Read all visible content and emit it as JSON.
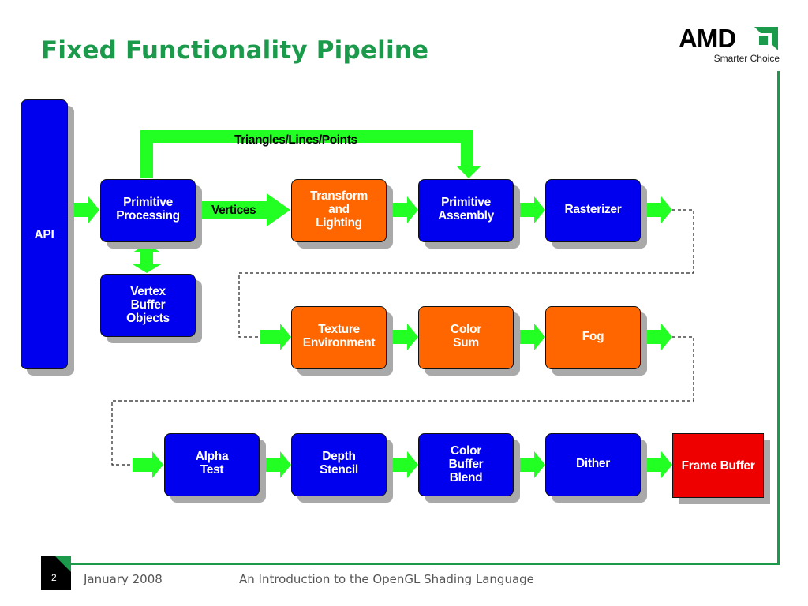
{
  "slide": {
    "title": "Fixed Functionality Pipeline",
    "logo": {
      "brand": "AMD",
      "tagline": "Smarter Choice",
      "mark": "amd-arrow-icon"
    },
    "footer": {
      "page_number": "2",
      "date": "January 2008",
      "presentation_title": "An Introduction to the OpenGL Shading Language"
    },
    "colors": {
      "accent_green": "#1a9a4a",
      "arrow_green": "#22ff22",
      "programmable_stage": "#ff6600",
      "fixed_stage": "#0000ee",
      "output_stage": "#ee0000"
    }
  },
  "diagram": {
    "nodes": {
      "api": "API",
      "primitive_processing": "Primitive\nProcessing",
      "vertex_buffer_objects": "Vertex\nBuffer\nObjects",
      "transform_lighting": "Transform\nand\nLighting",
      "primitive_assembly": "Primitive\nAssembly",
      "rasterizer": "Rasterizer",
      "texture_environment": "Texture\nEnvironment",
      "color_sum": "Color\nSum",
      "fog": "Fog",
      "alpha_test": "Alpha\nTest",
      "depth_stencil": "Depth\nStencil",
      "color_buffer_blend": "Color\nBuffer\nBlend",
      "dither": "Dither",
      "frame_buffer": "Frame Buffer"
    },
    "labels": {
      "triangles_lines_points": "Triangles/Lines/Points",
      "vertices": "Vertices"
    }
  }
}
